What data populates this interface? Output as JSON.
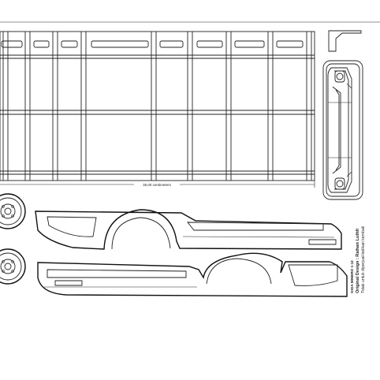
{
  "template": {
    "dimension_label": "35,00 centimeters",
    "credit": {
      "model": "GIGA MINERO 1:12",
      "design": "Original Design : Raihan Luthfi",
      "note": "Tidak untuk diperjual-belikan kembali"
    }
  }
}
